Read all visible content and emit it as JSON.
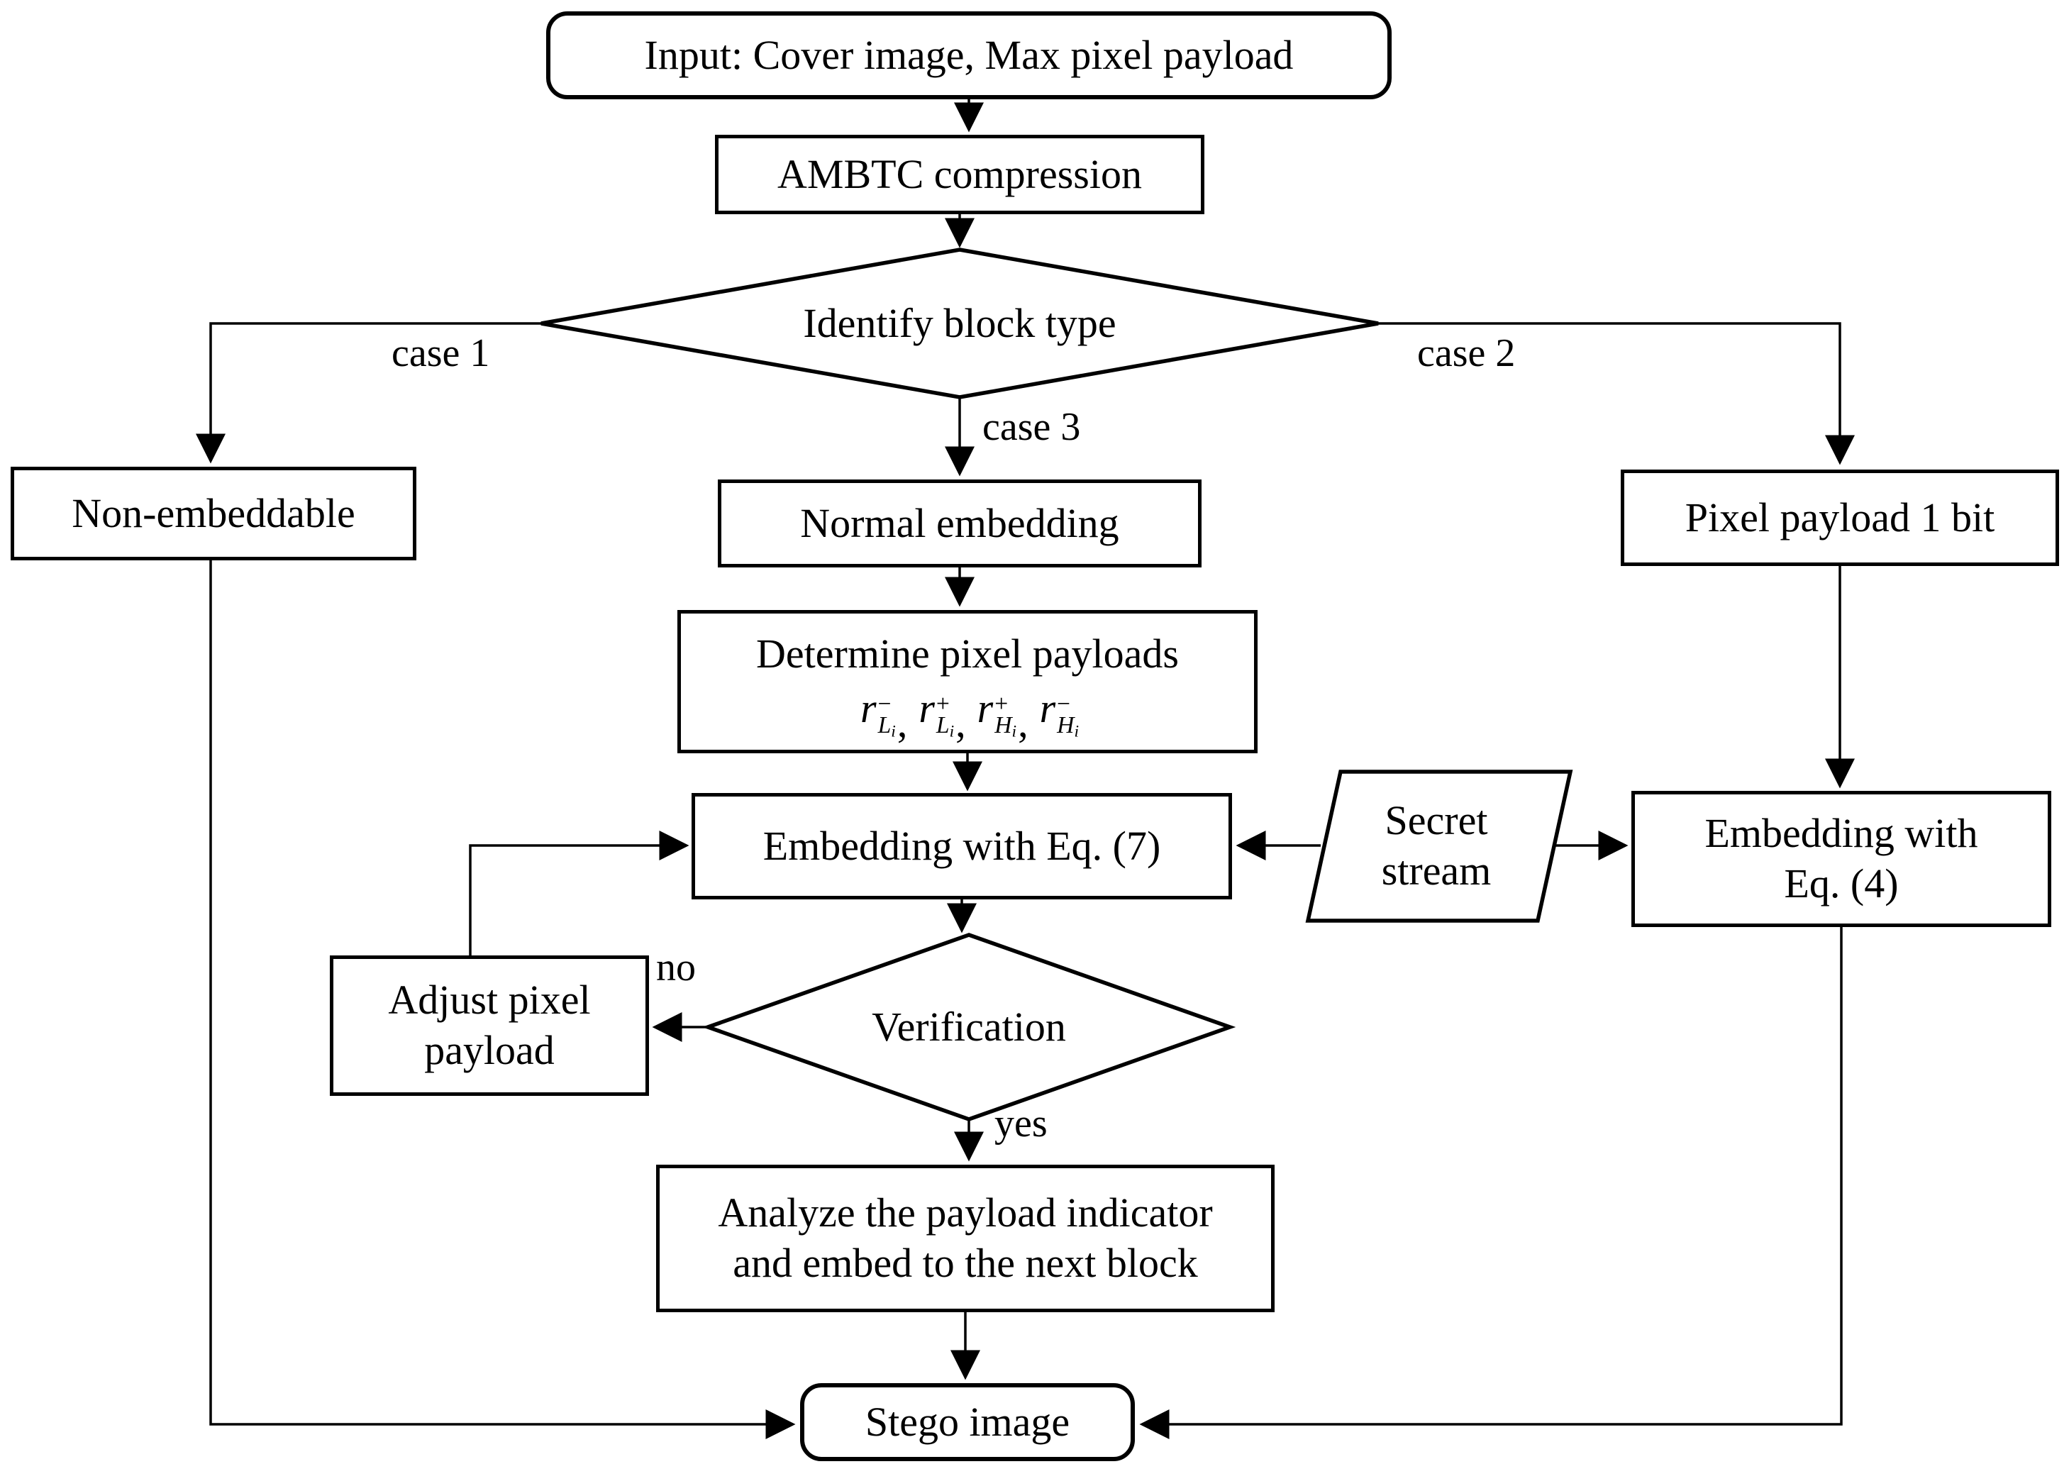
{
  "diagram": {
    "kind": "flowchart",
    "colors": {
      "background": "#ffffff",
      "node_fill": "#ffffff",
      "stroke": "#000000",
      "text": "#000000"
    },
    "nodes": {
      "input": {
        "type": "terminator",
        "label": "Input: Cover image, Max pixel payload"
      },
      "ambtc": {
        "type": "process",
        "label": "AMBTC compression"
      },
      "identify": {
        "type": "decision",
        "label": "Identify block type"
      },
      "non_embeddable": {
        "type": "process",
        "label": "Non-embeddable"
      },
      "normal_embedding": {
        "type": "process",
        "label": "Normal embedding"
      },
      "pixel_payload_1bit": {
        "type": "process",
        "label": "Pixel payload 1 bit"
      },
      "determine_payloads": {
        "type": "process",
        "label": "Determine pixel payloads",
        "formula": {
          "var": "r",
          "index": "i",
          "sep": ",",
          "terms": [
            {
              "sub": "L",
              "sup": "−"
            },
            {
              "sub": "L",
              "sup": "+"
            },
            {
              "sub": "H",
              "sup": "+"
            },
            {
              "sub": "H",
              "sup": "−"
            }
          ]
        }
      },
      "embedding_eq7": {
        "type": "process",
        "label": "Embedding with Eq. (7)"
      },
      "secret_stream": {
        "type": "data",
        "line1": "Secret",
        "line2": "stream"
      },
      "embedding_eq4": {
        "type": "process",
        "line1": "Embedding with",
        "line2": "Eq. (4)"
      },
      "verification": {
        "type": "decision",
        "label": "Verification"
      },
      "adjust_payload": {
        "type": "process",
        "line1": "Adjust pixel",
        "line2": "payload"
      },
      "analyze_indicator": {
        "type": "process",
        "line1": "Analyze the payload indicator",
        "line2": "and embed to the next block"
      },
      "stego": {
        "type": "terminator",
        "label": "Stego image"
      }
    },
    "edge_labels": {
      "case1": "case 1",
      "case2": "case 2",
      "case3": "case 3",
      "no": "no",
      "yes": "yes"
    }
  }
}
